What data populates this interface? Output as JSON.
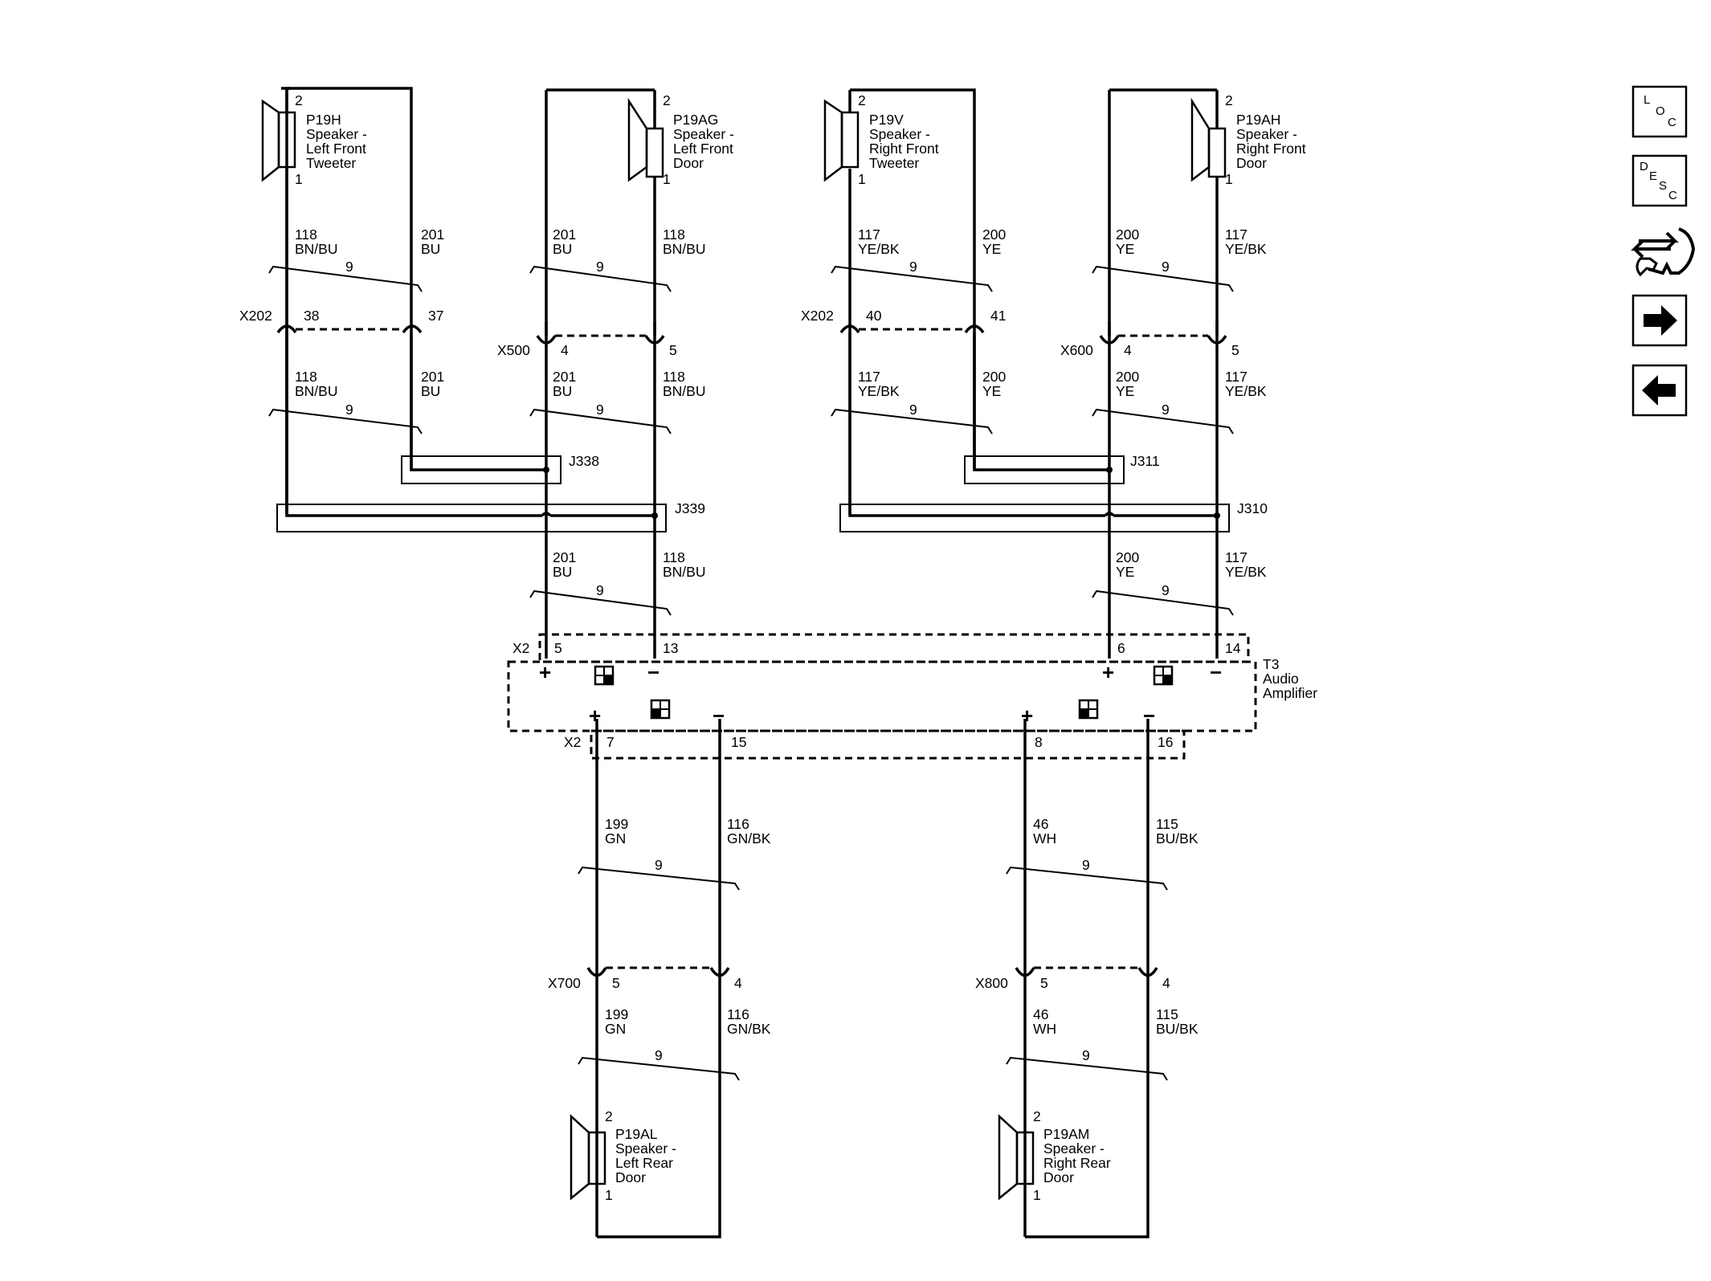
{
  "speakers": {
    "lf_tweeter": {
      "id": "P19H",
      "line1": "Speaker -",
      "line2": "Left Front",
      "line3": "Tweeter",
      "pin_top": "2",
      "pin_bottom": "1"
    },
    "lf_door": {
      "id": "P19AG",
      "line1": "Speaker -",
      "line2": "Left Front",
      "line3": "Door",
      "pin_top": "2",
      "pin_bottom": "1"
    },
    "rf_tweeter": {
      "id": "P19V",
      "line1": "Speaker -",
      "line2": "Right Front",
      "line3": "Tweeter",
      "pin_top": "2",
      "pin_bottom": "1"
    },
    "rf_door": {
      "id": "P19AH",
      "line1": "Speaker -",
      "line2": "Right Front",
      "line3": "Door",
      "pin_top": "2",
      "pin_bottom": "1"
    },
    "lr_door": {
      "id": "P19AL",
      "line1": "Speaker -",
      "line2": "Left Rear",
      "line3": "Door",
      "pin_top": "2",
      "pin_bottom": "1"
    },
    "rr_door": {
      "id": "P19AM",
      "line1": "Speaker -",
      "line2": "Right Rear",
      "line3": "Door",
      "pin_top": "2",
      "pin_bottom": "1"
    }
  },
  "circuits": {
    "c118": {
      "num": "118",
      "color": "BN/BU"
    },
    "c201": {
      "num": "201",
      "color": "BU"
    },
    "c117": {
      "num": "117",
      "color": "YE/BK"
    },
    "c200": {
      "num": "200",
      "color": "YE"
    },
    "c199": {
      "num": "199",
      "color": "GN"
    },
    "c116": {
      "num": "116",
      "color": "GN/BK"
    },
    "c46": {
      "num": "46",
      "color": "WH"
    },
    "c115": {
      "num": "115",
      "color": "BU/BK"
    }
  },
  "twist_label": "9",
  "connectors": {
    "x202_left": {
      "name": "X202",
      "pin_a": "38",
      "pin_b": "37"
    },
    "x500": {
      "name": "X500",
      "pin_a": "4",
      "pin_b": "5"
    },
    "x202_right": {
      "name": "X202",
      "pin_a": "40",
      "pin_b": "41"
    },
    "x600": {
      "name": "X600",
      "pin_a": "4",
      "pin_b": "5"
    },
    "x700": {
      "name": "X700",
      "pin_a": "5",
      "pin_b": "4"
    },
    "x800": {
      "name": "X800",
      "pin_a": "5",
      "pin_b": "4"
    },
    "x2_top": {
      "name": "X2",
      "pins": [
        "5",
        "13",
        "6",
        "14"
      ]
    },
    "x2_bottom": {
      "name": "X2",
      "pins": [
        "7",
        "15",
        "8",
        "16"
      ]
    }
  },
  "splices": {
    "j338": "J338",
    "j339": "J339",
    "j311": "J311",
    "j310": "J310"
  },
  "amplifier": {
    "id": "T3",
    "line1": "Audio",
    "line2": "Amplifier",
    "plus": "+",
    "minus": "−"
  },
  "nav": {
    "loc": [
      "L",
      "O",
      "C"
    ],
    "desc": [
      "D",
      "E",
      "S",
      "C"
    ]
  }
}
